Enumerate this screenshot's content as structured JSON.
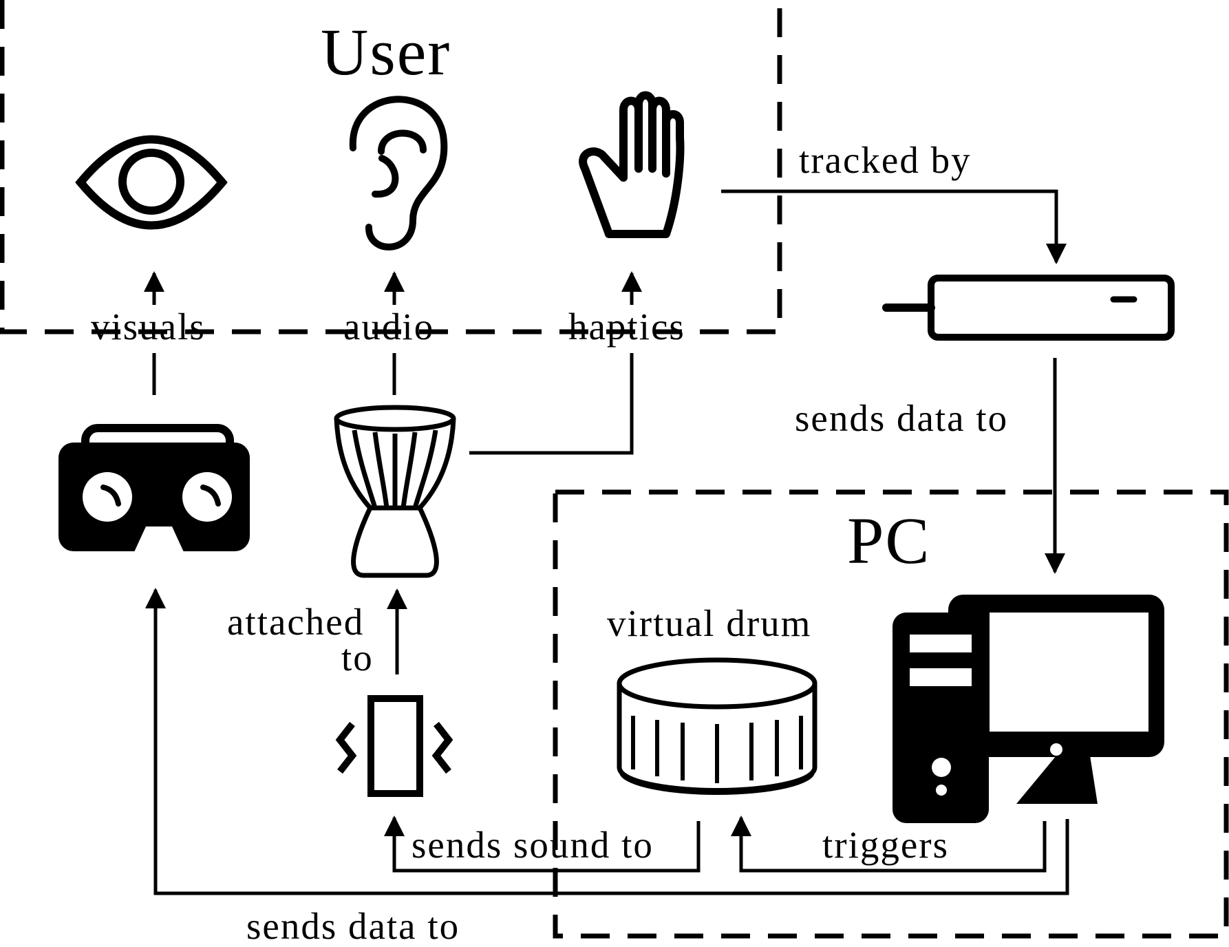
{
  "groups": {
    "user": "User",
    "pc": "PC"
  },
  "labels": {
    "visuals": "visuals",
    "audio": "audio",
    "haptics": "haptics",
    "tracked_by": "tracked by",
    "sends_data_to_tracker": "sends data to",
    "attached_to_line1": "attached",
    "attached_to_line2": "to",
    "virtual_drum": "virtual drum",
    "sends_sound_to": "sends sound to",
    "triggers": "triggers",
    "sends_data_to_headset": "sends data to"
  },
  "icons": {
    "eye": "eye-icon",
    "ear": "ear-icon",
    "hand": "hand-icon",
    "tracker": "tracker-sensor-icon",
    "headset": "vr-headset-icon",
    "drum": "djembe-drum-icon",
    "actuator": "vibration-actuator-icon",
    "virtual_drum": "virtual-drum-icon",
    "pc": "desktop-pc-icon"
  }
}
